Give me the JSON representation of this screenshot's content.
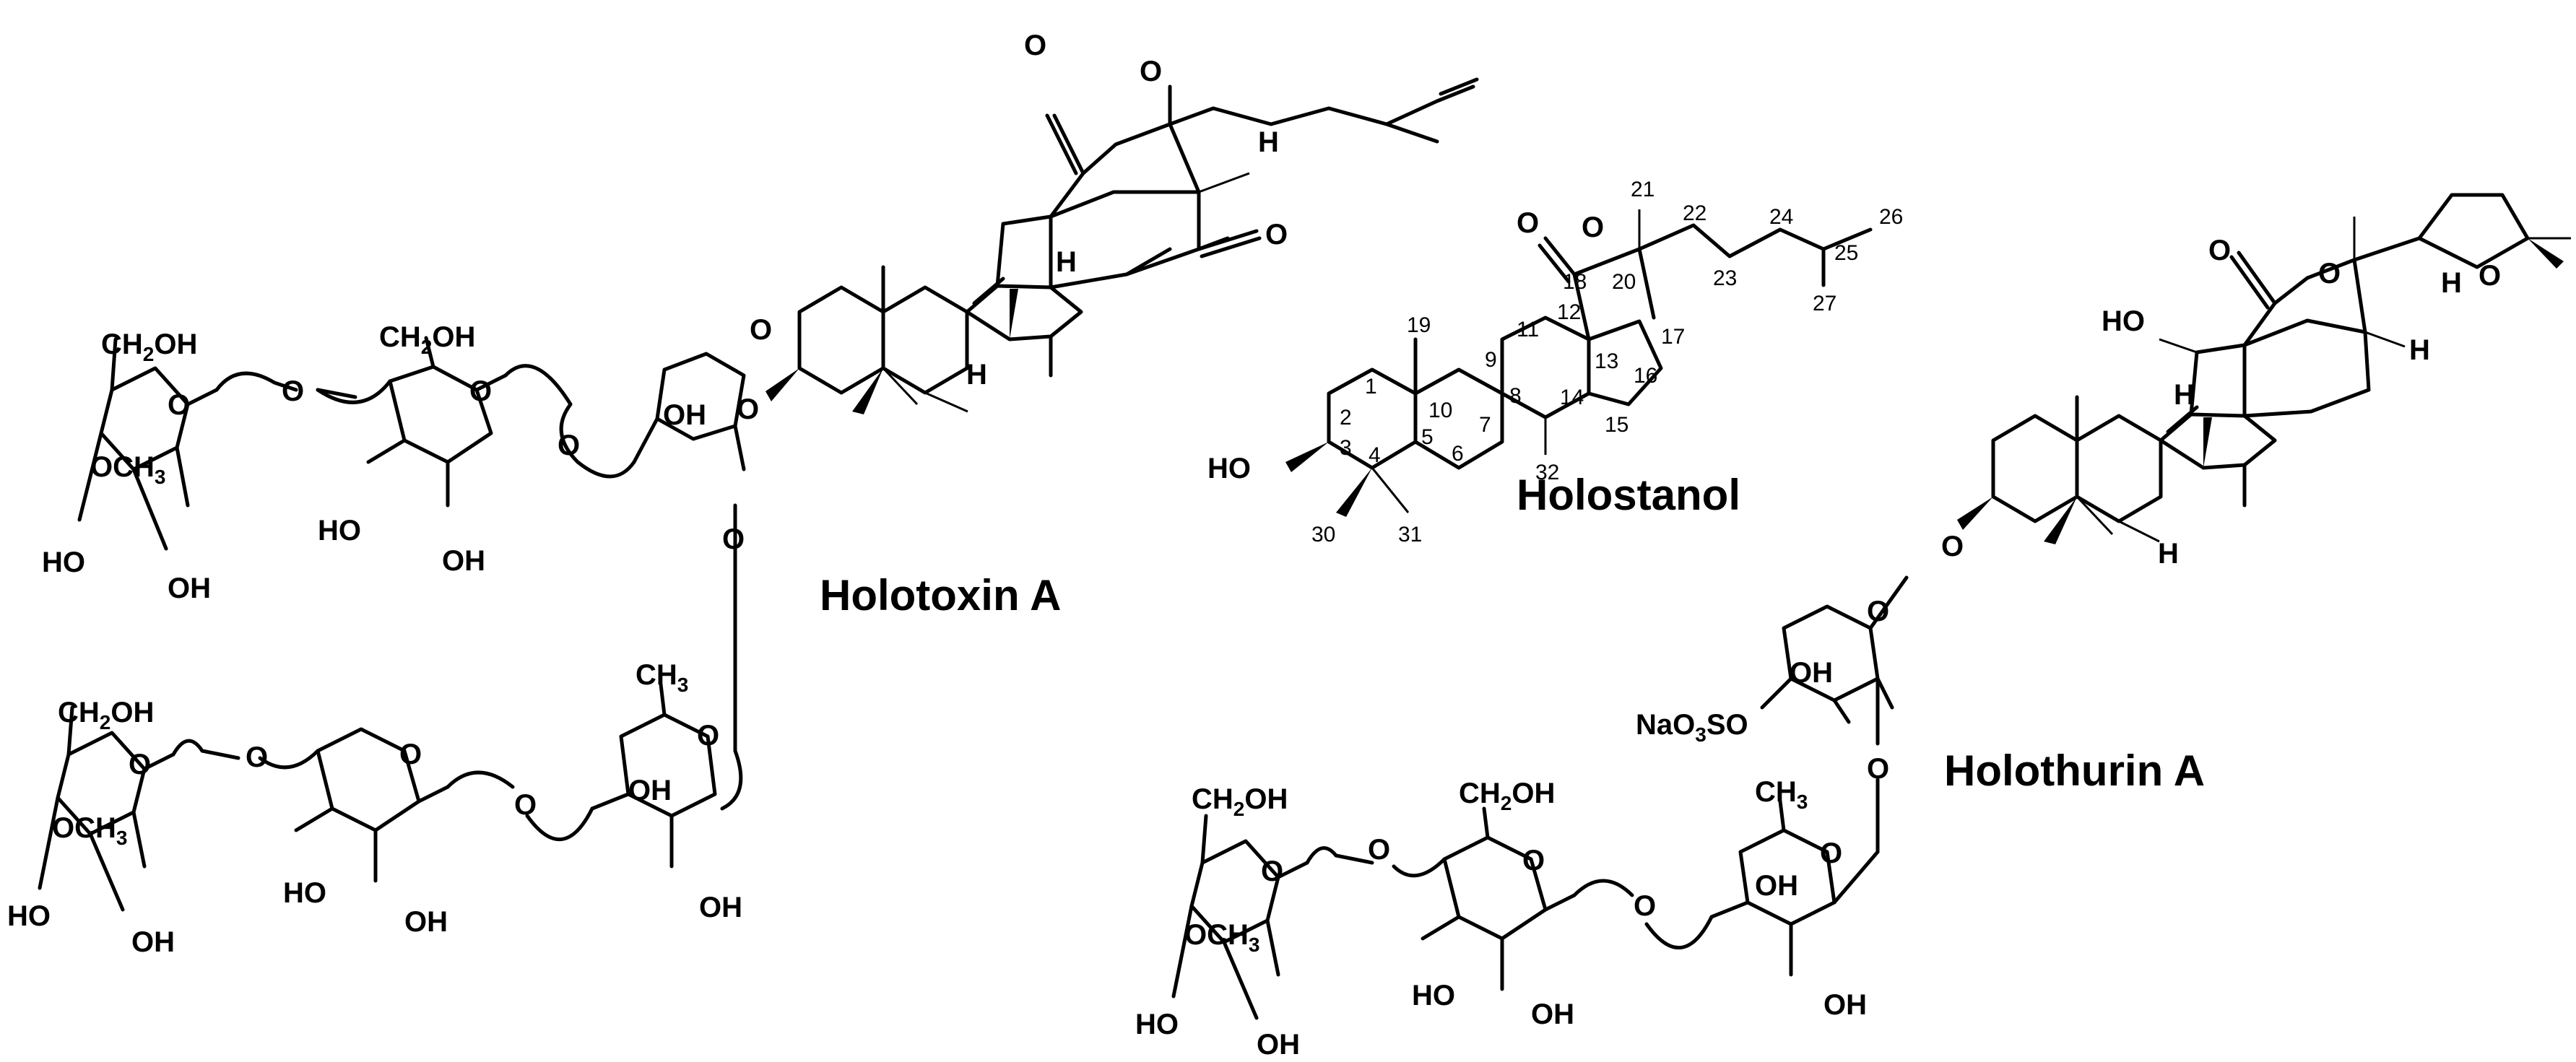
{
  "compounds": [
    {
      "name": "Holotoxin A"
    },
    {
      "name": "Holostanol"
    },
    {
      "name": "Holothurin A"
    }
  ],
  "atom_labels": {
    "O": "O",
    "H": "H",
    "HO": "HO",
    "OH": "OH",
    "CH2OH_main": "CH",
    "CH2OH_sub": "2",
    "CH2OH_tail": "OH",
    "OCH3_main": "OCH",
    "OCH3_sub": "3",
    "CH3_main": "CH",
    "CH3_sub": "3",
    "NaO3SO_a": "NaO",
    "NaO3SO_b": "3",
    "NaO3SO_c": "SO"
  },
  "holostanol_numbering": [
    "1",
    "2",
    "3",
    "4",
    "5",
    "6",
    "7",
    "8",
    "9",
    "10",
    "11",
    "12",
    "13",
    "14",
    "15",
    "16",
    "17",
    "18",
    "19",
    "20",
    "21",
    "22",
    "23",
    "24",
    "25",
    "26",
    "27",
    "30",
    "31",
    "32"
  ]
}
